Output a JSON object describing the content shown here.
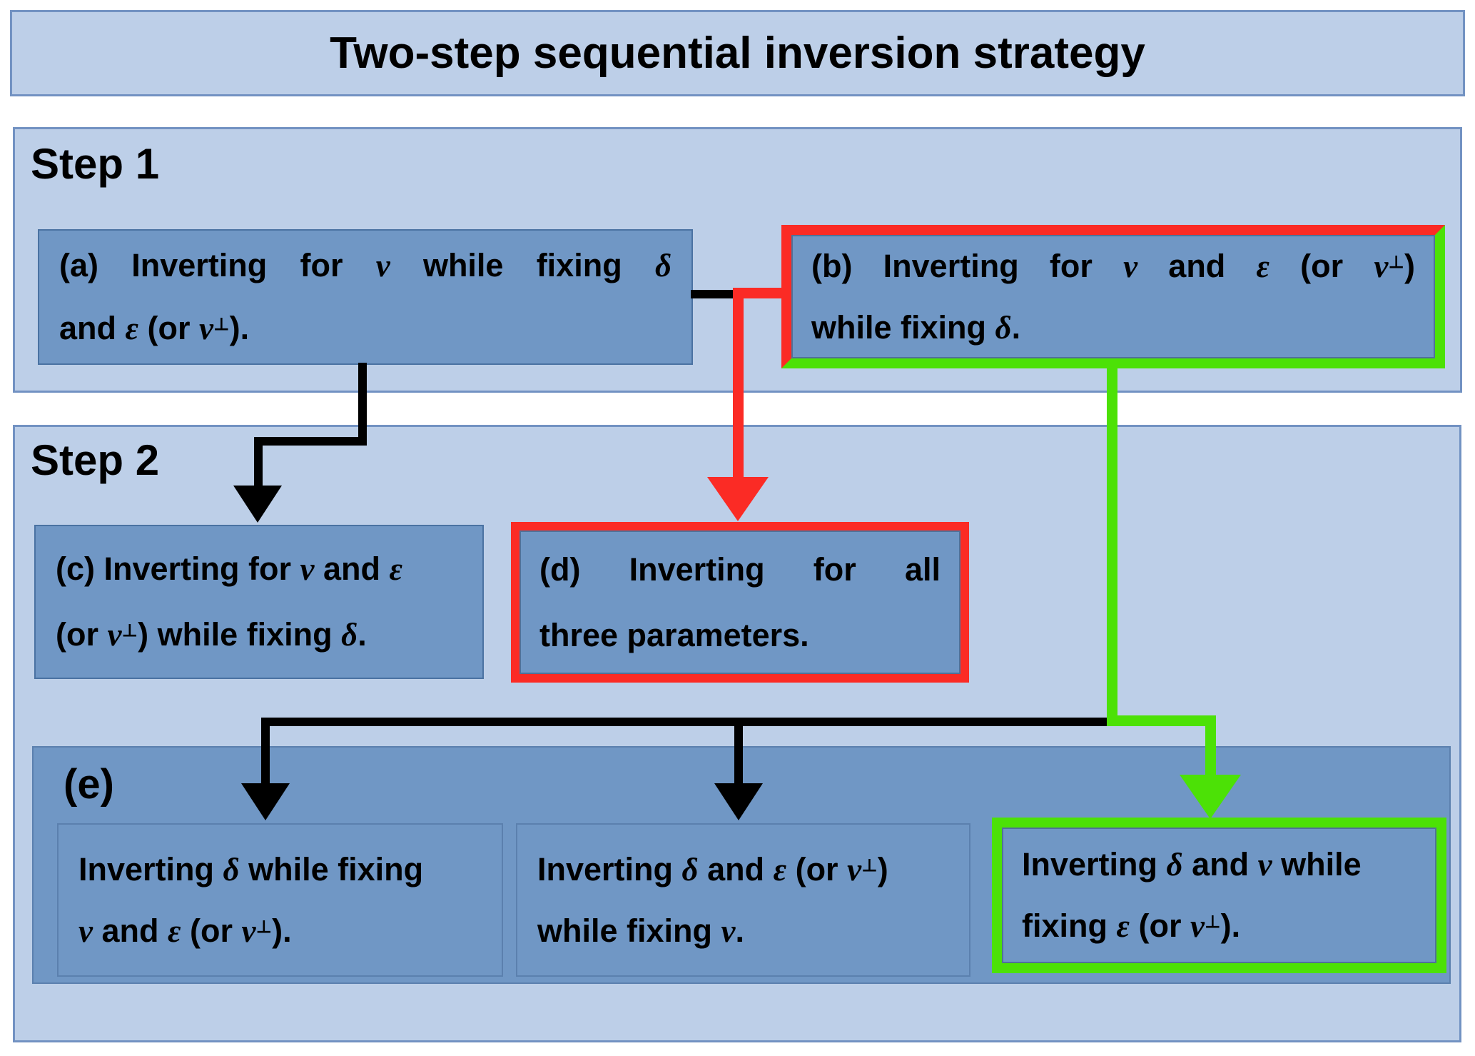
{
  "title": "Two-step sequential inversion strategy",
  "colors": {
    "bg": "#ffffff",
    "panel": "#bdcfe8",
    "panelborder": "#7292c2",
    "box": "#7097c5",
    "boxborder": "#4a72a2",
    "eborder": "#5b80ae",
    "red": "#fb2b25",
    "green": "#4ce106",
    "black": "#000000"
  },
  "step1": {
    "label": "Step 1",
    "box_a": {
      "line1": "(a) Inverting for <i>v</i> while fixing <i>δ</i>",
      "line2": "and <i>ε</i> (or <i>v</i><sup>⊥</sup>)."
    },
    "box_b": {
      "line1": "(b) Inverting for <i>v</i> and <i>ε</i> (or <i>v</i><sup>⊥</sup>)",
      "line2": "while fixing <i>δ</i>."
    }
  },
  "step2": {
    "label": "Step 2",
    "box_c": {
      "line1": "(c) Inverting for <i>v</i> and <i>ε</i>",
      "line2": "(or <i>v</i><sup>⊥</sup>) while fixing <i>δ</i>."
    },
    "box_d": {
      "line1": "(d) Inverting for all",
      "line2": "three parameters."
    },
    "panel_e": {
      "label": "(e)",
      "boxes": [
        {
          "line1": "Inverting <i>δ</i> while fixing",
          "line2": "<i>v</i> and <i>ε</i> (or <i>v</i><sup>⊥</sup>)."
        },
        {
          "line1": "Inverting <i>δ</i> and <i>ε</i> (or <i>v</i><sup>⊥</sup>)",
          "line2": "while fixing <i>v</i>."
        },
        {
          "line1": "Inverting <i>δ</i> and <i>v</i> while",
          "line2": "fixing <i>ε</i> (or <i>v</i><sup>⊥</sup>)."
        }
      ]
    }
  }
}
